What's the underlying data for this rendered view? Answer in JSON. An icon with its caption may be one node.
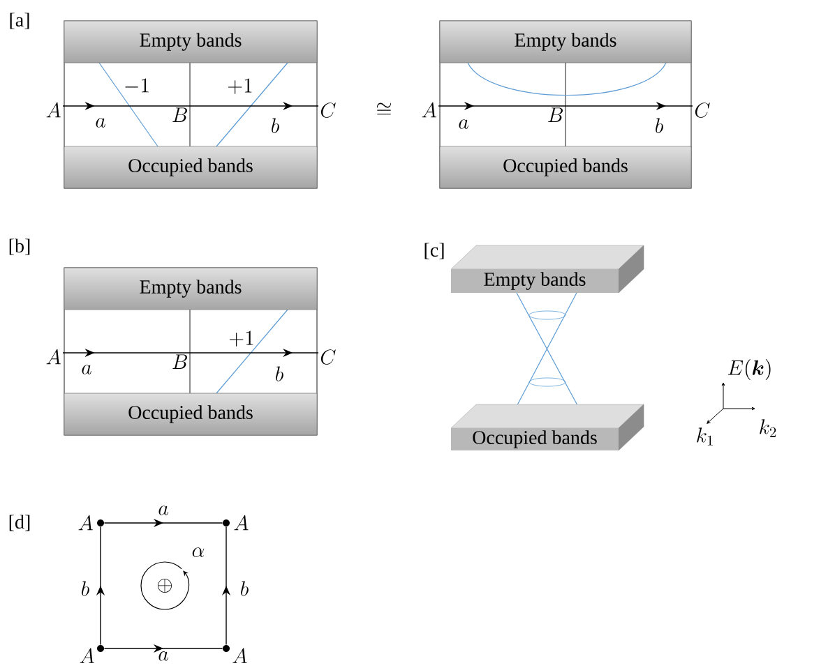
{
  "diagram": {
    "nodes": [
      {
        "text": [
          "Empty bands"
        ]
      },
      {
        "text": [
          "Occupied bands"
        ]
      },
      {
        "text": [
          "A"
        ]
      },
      {
        "text": [
          "B"
        ]
      },
      {
        "text": [
          "C"
        ]
      },
      {
        "text": [
          "Empty bands"
        ]
      },
      {
        "text": [
          "Occupied bands"
        ]
      },
      {
        "text": [
          "A"
        ]
      },
      {
        "text": [
          "B"
        ]
      },
      {
        "text": [
          "C"
        ]
      },
      {
        "text": [
          "Empty bands"
        ]
      },
      {
        "text": [
          "Occupied bands"
        ]
      },
      {
        "text": [
          "A"
        ]
      },
      {
        "text": [
          "B"
        ]
      },
      {
        "text": [
          "C"
        ]
      },
      {
        "text": [
          "Empty bands"
        ]
      },
      {
        "text": [
          "Occupied bands"
        ]
      },
      {
        "text": [],
        "shape": "circle",
        "beside": [
          "A"
        ]
      },
      {
        "text": [],
        "shape": "circle",
        "beside": [
          "A"
        ]
      },
      {
        "text": [],
        "shape": "circle",
        "beside": [
          "A"
        ]
      },
      {
        "text": [],
        "shape": "circle",
        "beside": [
          "A"
        ]
      }
    ],
    "edges": [
      {
        "from": 2,
        "to": 3,
        "arrow": "to",
        "label": "a"
      },
      {
        "from": 3,
        "to": 4,
        "arrow": "to",
        "label": "b"
      },
      {
        "from": 7,
        "to": 8,
        "arrow": "to",
        "label": "a"
      },
      {
        "from": 8,
        "to": 9,
        "arrow": "to",
        "label": "b"
      },
      {
        "from": 12,
        "to": 13,
        "arrow": "to",
        "label": "a"
      },
      {
        "from": 13,
        "to": 14,
        "arrow": "to",
        "label": "b"
      },
      {
        "from": 17,
        "to": 18,
        "arrow": "to",
        "label": "a"
      },
      {
        "from": 19,
        "to": 17,
        "arrow": "to",
        "label": "b"
      },
      {
        "from": 20,
        "to": 18,
        "arrow": "to",
        "label": "b"
      },
      {
        "from": 19,
        "to": 20,
        "arrow": "to",
        "label": "a"
      }
    ],
    "labels": [
      "[a]",
      "-1",
      "+1",
      "\\cong",
      "[b]",
      "+1",
      "[c]",
      "E(\\boldsymbol{k})",
      "k_2",
      "k_1",
      "[d]",
      "\\alpha",
      "\\oplus"
    ]
  }
}
